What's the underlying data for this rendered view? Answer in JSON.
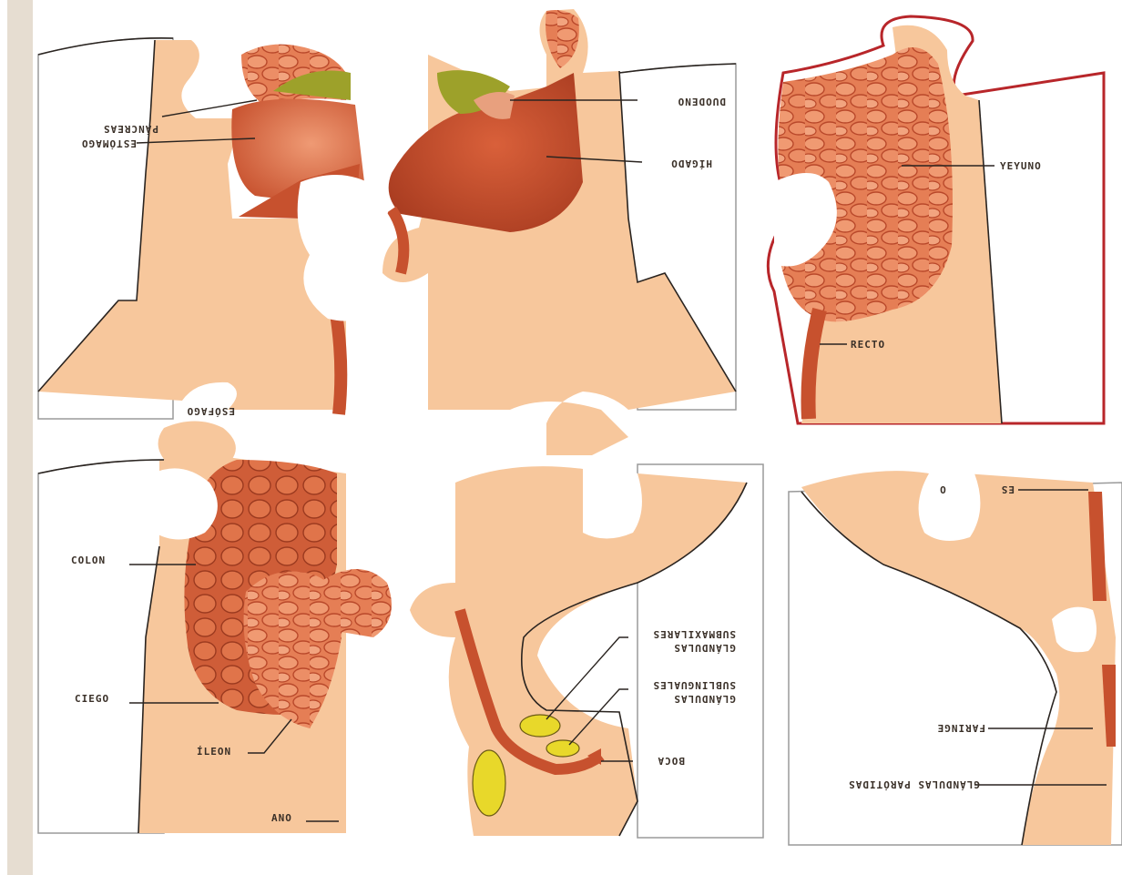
{
  "colors": {
    "skin": "#f7c79c",
    "organ_dark": "#c7512e",
    "organ_mid": "#e0764a",
    "organ_light": "#ef9a74",
    "bile": "#9da12a",
    "gland": "#e8d82a",
    "frame_red": "#b8262a",
    "side_bar": "#e6ddd1"
  },
  "labels_upside_down": {
    "pancreas": "PÁNCREAS",
    "stomach": "ESTÓMAGO",
    "duodenum": "DUODENO",
    "liver": "HÍGADO",
    "esophagus": "ESÓFAGO",
    "submaxillary": [
      "GLÁNDULAS",
      "SUBMAXILARES"
    ],
    "sublingual": [
      "GLÁNDULAS",
      "SUBLINGUALES"
    ],
    "mouth": "BOCA",
    "pharynx": "FARINGE",
    "parotid": "GLÁNDULAS PARÓTIDAS"
  },
  "labels_upright": {
    "jejunum": "YEYUNO",
    "rectum": "RECTO",
    "colon": "COLON",
    "cecum": "CIEGO",
    "ileum": "ÍLEON",
    "anus": "ANO"
  }
}
